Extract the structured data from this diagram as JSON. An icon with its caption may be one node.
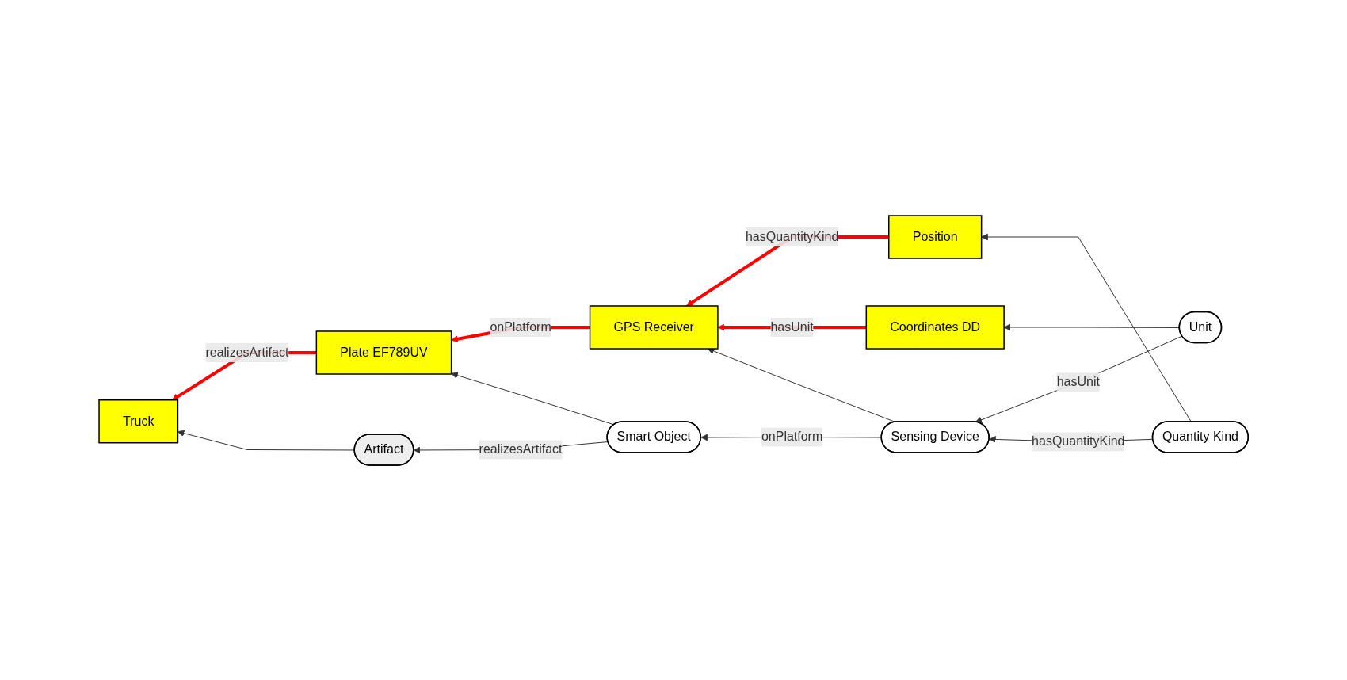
{
  "diagram": {
    "nodes": [
      {
        "text": [
          "Position"
        ]
      },
      {
        "text": [
          "GPS Receiver"
        ]
      },
      {
        "text": [
          "Coordinates DD"
        ]
      },
      {
        "text": [
          "Artifact"
        ]
      },
      {
        "text": [
          "Smart Object"
        ]
      },
      {
        "text": [
          "Sensing Device"
        ]
      },
      {
        "text": [
          "Unit"
        ]
      },
      {
        "text": [
          "Quantity Kind"
        ]
      },
      {
        "text": [
          "Truck"
        ]
      },
      {
        "text": [
          "Plate EF789UV"
        ]
      }
    ],
    "edges": [
      {
        "from": 0,
        "to": 1,
        "arrow": "to",
        "label": "hasQuantityKind",
        "style": "thick",
        "color": "#ff0000"
      },
      {
        "from": 2,
        "to": 1,
        "arrow": "to",
        "label": "hasUnit",
        "style": "thick",
        "color": "#ff0000"
      },
      {
        "from": 1,
        "to": 9,
        "arrow": "to",
        "label": "onPlatform",
        "style": "thick",
        "color": "#ff0000"
      },
      {
        "from": 9,
        "to": 8,
        "arrow": "to",
        "label": "realizesArtifact",
        "style": "thick",
        "color": "#ff0000"
      },
      {
        "from": 5,
        "to": 1,
        "arrow": "to"
      },
      {
        "from": 6,
        "to": 2,
        "arrow": "to"
      },
      {
        "from": 7,
        "to": 0,
        "arrow": "to"
      },
      {
        "from": 4,
        "to": 3,
        "arrow": "to",
        "label": "realizesArtifact"
      },
      {
        "from": 5,
        "to": 4,
        "arrow": "to",
        "label": "onPlatform"
      },
      {
        "from": 6,
        "to": 5,
        "arrow": "to",
        "label": "hasUnit"
      },
      {
        "from": 7,
        "to": 5,
        "arrow": "to",
        "label": "hasQuantityKind"
      },
      {
        "from": 3,
        "to": 8,
        "arrow": "to"
      },
      {
        "from": 4,
        "to": 9,
        "arrow": "to"
      }
    ]
  }
}
